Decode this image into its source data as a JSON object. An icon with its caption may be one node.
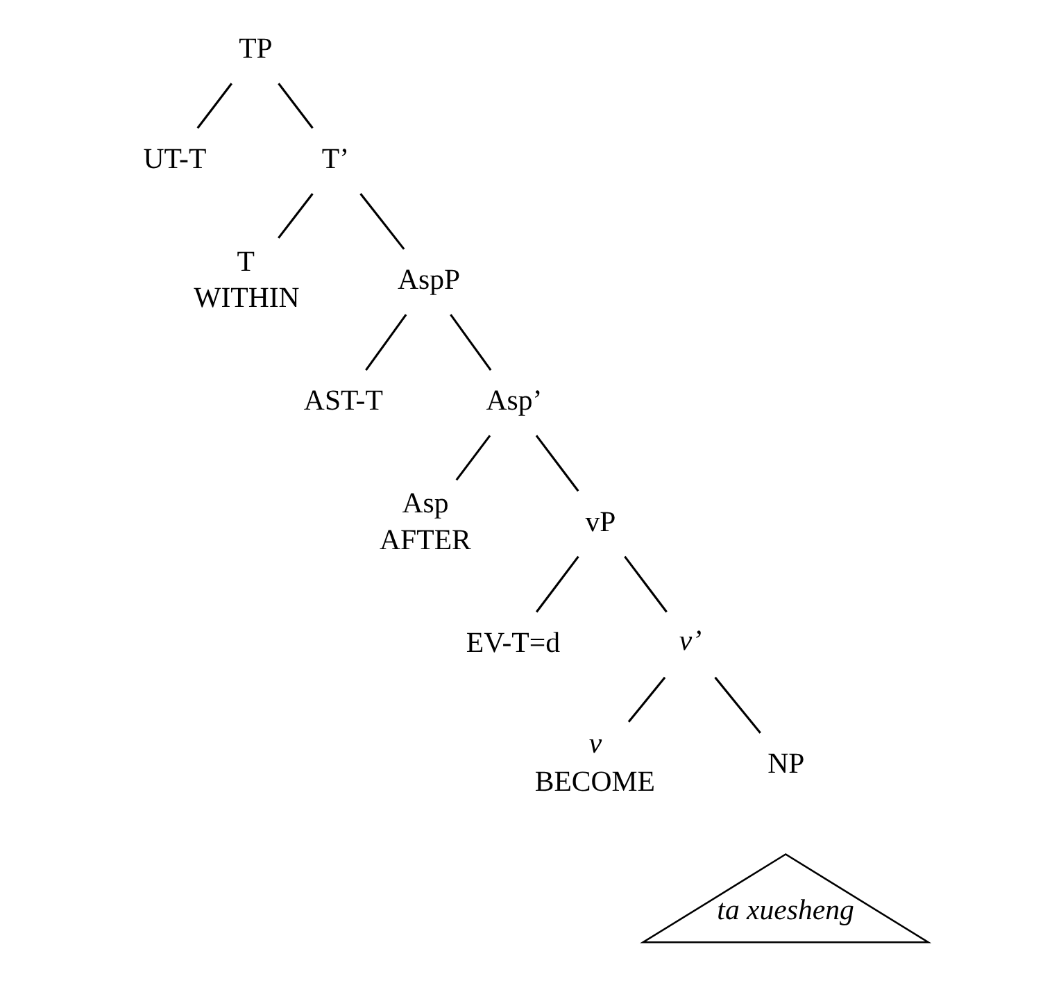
{
  "diagram": {
    "nodes": [
      {
        "text": [
          "TP"
        ]
      },
      {
        "text": [
          "UT-T"
        ]
      },
      {
        "text": [
          "T’"
        ]
      },
      {
        "text": [
          "T"
        ],
        "beside": [
          "WITHIN"
        ]
      },
      {
        "text": [
          "AspP"
        ]
      },
      {
        "text": [
          "AST-T"
        ]
      },
      {
        "text": [
          "Asp’"
        ]
      },
      {
        "text": [
          "Asp"
        ],
        "beside": [
          "AFTER"
        ]
      },
      {
        "text": [
          "vP"
        ]
      },
      {
        "text": [
          "EV-T=d"
        ]
      },
      {
        "text": [
          "v’"
        ]
      },
      {
        "text": [
          "v"
        ],
        "beside": [
          "BECOME"
        ]
      },
      {
        "text": [
          "NP"
        ]
      },
      {
        "text": [
          "ta xuesheng"
        ]
      }
    ],
    "edges": [
      {
        "from": 0,
        "to": 1,
        "arrow": "none"
      },
      {
        "from": 0,
        "to": 2,
        "arrow": "none"
      },
      {
        "from": 2,
        "to": 3,
        "arrow": "none"
      },
      {
        "from": 2,
        "to": 4,
        "arrow": "none"
      },
      {
        "from": 4,
        "to": 5,
        "arrow": "none"
      },
      {
        "from": 4,
        "to": 6,
        "arrow": "none"
      },
      {
        "from": 6,
        "to": 7,
        "arrow": "none"
      },
      {
        "from": 6,
        "to": 8,
        "arrow": "none"
      },
      {
        "from": 8,
        "to": 9,
        "arrow": "none"
      },
      {
        "from": 8,
        "to": 10,
        "arrow": "none"
      },
      {
        "from": 10,
        "to": 11,
        "arrow": "none"
      },
      {
        "from": 10,
        "to": 12,
        "arrow": "none"
      }
    ]
  }
}
